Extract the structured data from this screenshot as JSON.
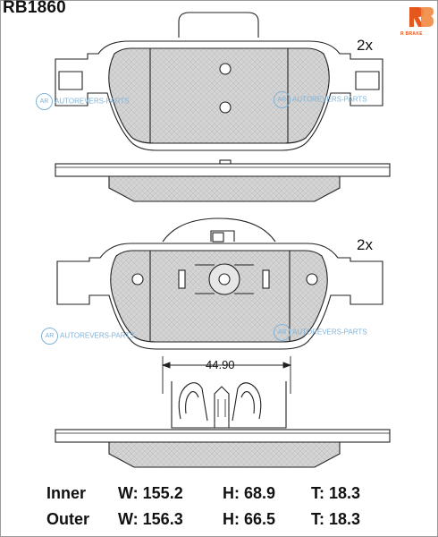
{
  "part_number": "RB1860",
  "quantities": {
    "top": "2x",
    "bottom": "2x"
  },
  "dimension_label": "44.90",
  "logo": {
    "letters": "R B",
    "brand": "R BRAKE"
  },
  "watermark": "AUTOREVERS-PARTS",
  "watermark_badge": "AR",
  "specs": [
    {
      "label": "Inner",
      "w": "W: 155.2",
      "h": "H: 68.9",
      "t": "T: 18.3"
    },
    {
      "label": "Outer",
      "w": "W: 156.3",
      "h": "H: 66.5",
      "t": "T: 18.3"
    }
  ],
  "colors": {
    "accent": "#e6571e",
    "watermark": "#7fb3d9",
    "pad_fill": "#d4d4d4",
    "line": "#222222"
  }
}
